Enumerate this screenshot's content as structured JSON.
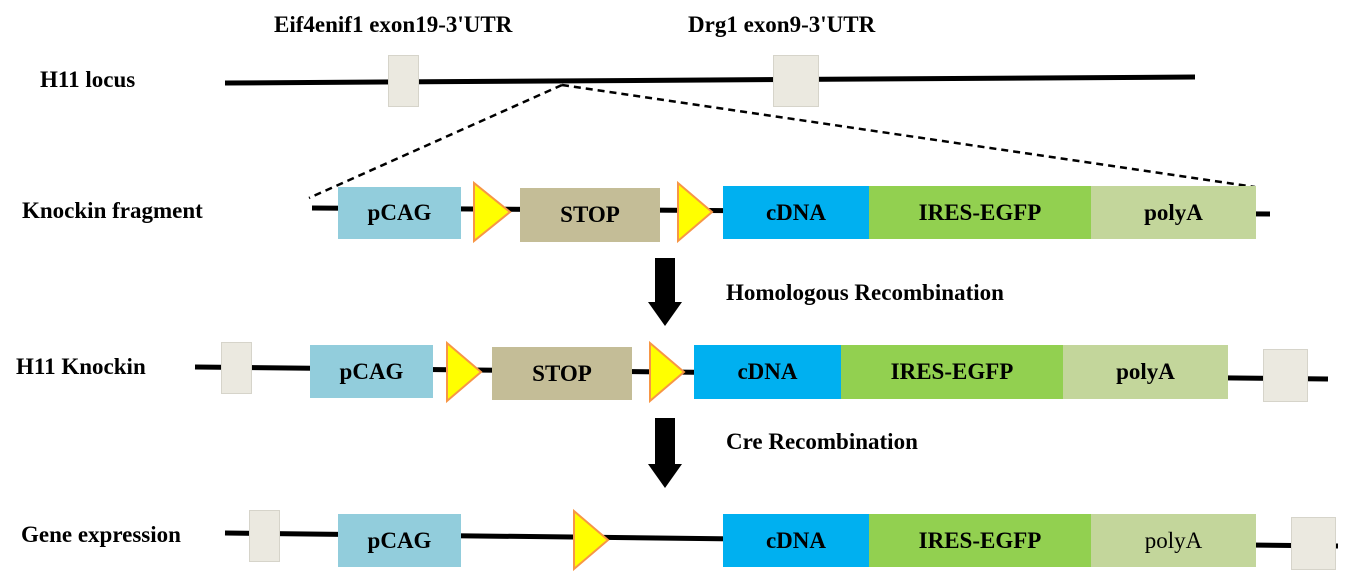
{
  "labels": {
    "exon_left": "Eif4enif1 exon19-3'UTR",
    "exon_right": "Drg1  exon9-3'UTR",
    "row1": "H11 locus",
    "row2": "Knockin fragment",
    "row3": "H11 Knockin",
    "row4": "Gene expression",
    "step1": "Homologous Recombination",
    "step2": "Cre  Recombination"
  },
  "elements": {
    "pcag": "pCAG",
    "stop": "STOP",
    "cdna": "cDNA",
    "ires": "IRES-EGFP",
    "polya": "polyA"
  },
  "colors": {
    "pcag": "#92cddc",
    "stop": "#c4bd97",
    "cdna": "#00b0f0",
    "ires": "#92d050",
    "polya": "#c3d69b",
    "loxp_fill": "#ffff00",
    "loxp_stroke": "#f79646",
    "exon": "#ebe9e0",
    "line": "#000000"
  }
}
